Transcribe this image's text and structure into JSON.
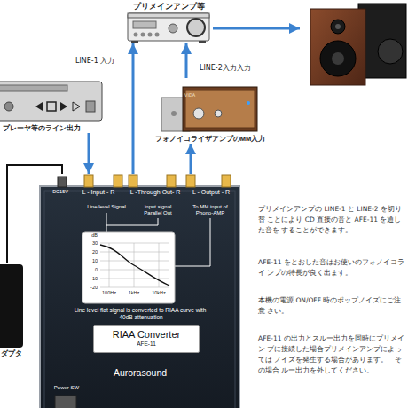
{
  "diagram": {
    "nodes": [
      {
        "text": [
          "プリメインアンプ等"
        ]
      },
      {
        "text": [
          "プレーヤ等のライン出力"
        ]
      },
      {
        "text": [
          "フォノイコライザアンプのMM入力"
        ]
      },
      {
        "text": [
          "DC15V",
          "L - Input - R",
          "L -Through Out- R",
          "L - Output - R",
          "Line level Signal",
          "Input signal Parallel Out",
          "To MM input of Phono-AMP",
          "Line level flat signal is converted to RIAA curve with -40dB attenuation",
          "Aurorasound",
          "Power SW"
        ]
      },
      {
        "text": [
          "dB",
          "30",
          "20",
          "10",
          "0",
          "-10",
          "-20",
          "100Hz",
          "1kHz",
          "10kHz"
        ],
        "in": 3
      },
      {
        "text": [
          "RIAA Converter",
          "AFE-11"
        ],
        "in": 3
      },
      {
        "text": [
          "ダプタ"
        ]
      }
    ],
    "edges": [
      {
        "from": 1,
        "to": 3,
        "arrow": "to"
      },
      {
        "from": 3,
        "to": 0,
        "label": "LINE-1 入力",
        "arrow": "to"
      },
      {
        "from": 3,
        "to": 2,
        "arrow": "to"
      },
      {
        "from": 2,
        "to": 0,
        "label": "LINE-2入力入力",
        "arrow": "to"
      },
      {
        "from": 6,
        "to": 3,
        "arrow": "none"
      }
    ],
    "labels": [
      "VIDA",
      "プリメインアンプの LINE-1 と LINE-2 を切り替 ことにより CD 直接の音と AFE-11 を通した音を することができます。",
      "AFE-11 をとおした音はお使いのフォノイコライ ンプの特長が良く出ます。",
      "本機の電源 ON/OFF 時のポップノイズにご注意 さい。",
      "AFE-11 の出力とスルー出力を同時にプリメイン ブに接続した場合プリメインアンプによっては ノイズを発生する場合があります。　その場合 ルー出力を外してください。"
    ]
  }
}
